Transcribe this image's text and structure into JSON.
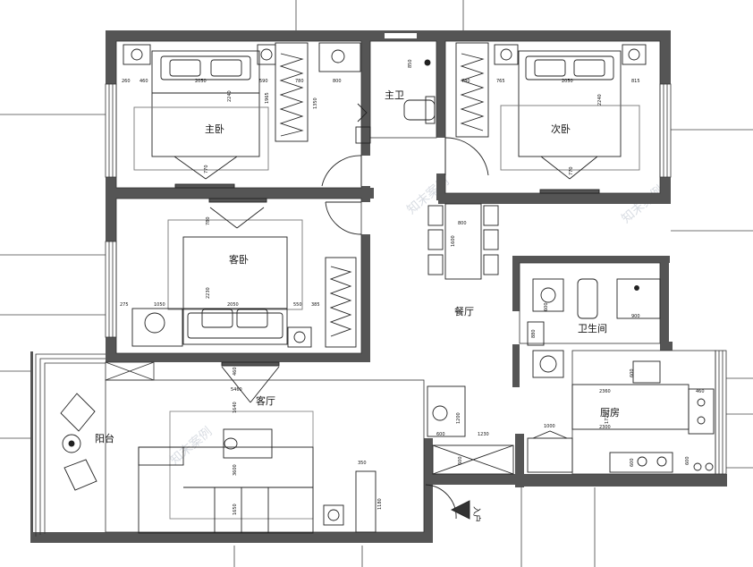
{
  "rooms": {
    "master_bedroom": "主卧",
    "master_bath": "主卫",
    "second_bedroom": "次卧",
    "guest_bedroom": "客卧",
    "dining": "餐厅",
    "bathroom": "卫生间",
    "living": "客厅",
    "balcony": "阳台",
    "kitchen": "厨房",
    "entrance": "入户"
  },
  "dimensions": {
    "mb_left": "260",
    "mb_left2": "460",
    "mb_bed_w": "2050",
    "mb_right": "590",
    "mb_v1": "1965",
    "mb_v2": "2240",
    "mb_v3": "770",
    "wd1": "780",
    "wd2": "1350",
    "mb_basin": "800",
    "bath_850": "850",
    "sb_wd": "780",
    "sb_765": "765",
    "sb_bed_w": "2050",
    "sb_815": "815",
    "sb_v1": "2240",
    "sb_v2": "770",
    "gb_v1": "780",
    "gb_v2": "2230",
    "gb_275": "275",
    "gb_1050": "1050",
    "gb_bed_w": "2050",
    "gb_550": "550",
    "gb_385": "385",
    "dine_800": "800",
    "dine_1600": "1600",
    "bath_650": "600",
    "bath_900": "900",
    "bath_880": "880",
    "lv_460": "460",
    "lv_5460": "5460",
    "lv_1640": "1640",
    "lv_3600": "3600",
    "lv_1650": "1650",
    "lv_350": "350",
    "lv_1180": "1180",
    "k_600": "600",
    "k_2360": "2360",
    "k_460": "460",
    "k_1720": "1720",
    "k_2300": "2300",
    "k_1000": "1000",
    "k_600b": "600",
    "k_600c": "600",
    "e_1200": "1200",
    "e_600": "600",
    "e_1230": "1230",
    "e_600b": "600"
  },
  "watermark": "知末案例"
}
